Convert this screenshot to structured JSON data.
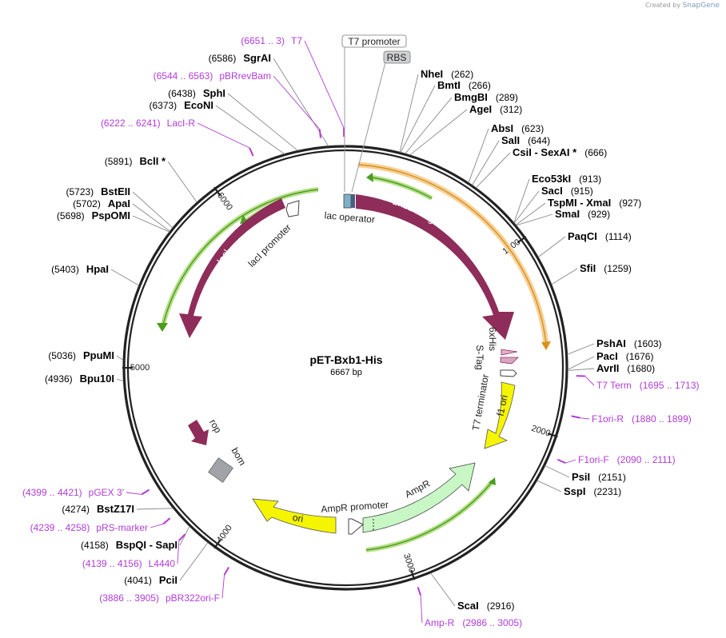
{
  "credit": {
    "prefix": "Created by",
    "brand": "SnapGene"
  },
  "plasmid": {
    "name": "pET-Bxb1-His",
    "size_label": "6667 bp",
    "length": 6667
  },
  "ticks": [
    {
      "label": "1000",
      "pos": 1000
    },
    {
      "label": "2000",
      "pos": 2000
    },
    {
      "label": "3000",
      "pos": 3000
    },
    {
      "label": "4000",
      "pos": 4000
    },
    {
      "label": "5000",
      "pos": 5000
    },
    {
      "label": "6000",
      "pos": 6000
    }
  ],
  "colors": {
    "maroon": "#8e2c5a",
    "green": "#5cb82e",
    "orange": "#f0a040",
    "yellow": "#f5f500",
    "grey": "#a0a4a8",
    "ampr": "#c8f7c5",
    "primer": "#b03cd6"
  },
  "top_labels": [
    {
      "id": "t7-promoter",
      "text": "T7 promoter"
    },
    {
      "id": "rbs",
      "text": "RBS"
    }
  ],
  "sites": [
    {
      "id": "nhei",
      "name": "NheI",
      "pos_text": "(262)",
      "pos": 262
    },
    {
      "id": "bmti",
      "name": "BmtI",
      "pos_text": "(266)",
      "pos": 266
    },
    {
      "id": "bmgbi",
      "name": "BmgBI",
      "pos_text": "(289)",
      "pos": 289
    },
    {
      "id": "agei",
      "name": "AgeI",
      "pos_text": "(312)",
      "pos": 312
    },
    {
      "id": "absi",
      "name": "AbsI",
      "pos_text": "(623)",
      "pos": 623
    },
    {
      "id": "sali",
      "name": "SalI",
      "pos_text": "(644)",
      "pos": 644
    },
    {
      "id": "csii",
      "name": "CsiI  - SexAI *",
      "pos_text": "(666)",
      "pos": 666
    },
    {
      "id": "eco53ki",
      "name": "Eco53kI",
      "pos_text": "(913)",
      "pos": 913
    },
    {
      "id": "saci",
      "name": "SacI",
      "pos_text": "(915)",
      "pos": 915
    },
    {
      "id": "tspmi",
      "name": "TspMI  - XmaI",
      "pos_text": "(927)",
      "pos": 927
    },
    {
      "id": "smai",
      "name": "SmaI",
      "pos_text": "(929)",
      "pos": 929
    },
    {
      "id": "paqci",
      "name": "PaqCI",
      "pos_text": "(1114)",
      "pos": 1114
    },
    {
      "id": "sfii",
      "name": "SfiI",
      "pos_text": "(1259)",
      "pos": 1259
    },
    {
      "id": "pshai",
      "name": "PshAI",
      "pos_text": "(1603)",
      "pos": 1603
    },
    {
      "id": "paci",
      "name": "PacI",
      "pos_text": "(1676)",
      "pos": 1676
    },
    {
      "id": "avrii",
      "name": "AvrII",
      "pos_text": "(1680)",
      "pos": 1680
    },
    {
      "id": "psii",
      "name": "PsiI",
      "pos_text": "(2151)",
      "pos": 2151
    },
    {
      "id": "sspi",
      "name": "SspI",
      "pos_text": "(2231)",
      "pos": 2231
    },
    {
      "id": "scai",
      "name": "ScaI",
      "pos_text": "(2916)",
      "pos": 2916
    },
    {
      "id": "pcii",
      "name": "PciI",
      "pos_text": "(4041)",
      "pos": 4041
    },
    {
      "id": "bspqi",
      "name": "BspQI  - SapI",
      "pos_text": "(4158)",
      "pos": 4158
    },
    {
      "id": "bstz17i",
      "name": "BstZ17I",
      "pos_text": "(4274)",
      "pos": 4274
    },
    {
      "id": "bpu10i",
      "name": "Bpu10I",
      "pos_text": "(4936)",
      "pos": 4936
    },
    {
      "id": "ppumi",
      "name": "PpuMI",
      "pos_text": "(5036)",
      "pos": 5036
    },
    {
      "id": "hpai",
      "name": "HpaI",
      "pos_text": "(5403)",
      "pos": 5403
    },
    {
      "id": "pspomi",
      "name": "PspOMI",
      "pos_text": "(5698)",
      "pos": 5698
    },
    {
      "id": "apai",
      "name": "ApaI",
      "pos_text": "(5702)",
      "pos": 5702
    },
    {
      "id": "bsteii",
      "name": "BstEII",
      "pos_text": "(5723)",
      "pos": 5723
    },
    {
      "id": "bcli",
      "name": "BclI *",
      "pos_text": "(5891)",
      "pos": 5891
    },
    {
      "id": "econi",
      "name": "EcoNI",
      "pos_text": "(6373)",
      "pos": 6373
    },
    {
      "id": "sphi",
      "name": "SphI",
      "pos_text": "(6438)",
      "pos": 6438
    },
    {
      "id": "sgrai",
      "name": "SgrAI",
      "pos_text": "(6586)",
      "pos": 6586
    }
  ],
  "primers": [
    {
      "id": "t7",
      "name": "T7",
      "range": "(6651 .. 3)",
      "pos": 6660
    },
    {
      "id": "pbrrevbam",
      "name": "pBRrevBam",
      "range": "(6544 .. 6563)",
      "pos": 6553
    },
    {
      "id": "laci-r",
      "name": "LacI-R",
      "range": "(6222 .. 6241)",
      "pos": 6231
    },
    {
      "id": "t7-term",
      "name": "T7 Term",
      "range": "(1695 .. 1713)",
      "pos": 1704
    },
    {
      "id": "f1ori-r",
      "name": "F1ori-R",
      "range": "(1880 .. 1899)",
      "pos": 1890
    },
    {
      "id": "f1ori-f",
      "name": "F1ori-F",
      "range": "(2090 .. 2111)",
      "pos": 2100
    },
    {
      "id": "amp-r",
      "name": "Amp-R",
      "range": "(2986 .. 3005)",
      "pos": 2995
    },
    {
      "id": "pbr322ori-f",
      "name": "pBR322ori-F",
      "range": "(3886 .. 3905)",
      "pos": 3895
    },
    {
      "id": "l4440",
      "name": "L4440",
      "range": "(4139 .. 4156)",
      "pos": 4147
    },
    {
      "id": "prs-marker",
      "name": "pRS-marker",
      "range": "(4239 .. 4258)",
      "pos": 4248
    },
    {
      "id": "pgex3",
      "name": "pGEX 3'",
      "range": "(4399 .. 4421)",
      "pos": 4410
    }
  ],
  "features": [
    {
      "id": "bxb1",
      "label": "Bxb1 integrase"
    },
    {
      "id": "laci",
      "label": "lacI"
    },
    {
      "id": "laci-promoter",
      "label": "lacI promoter"
    },
    {
      "id": "lac-operator",
      "label": "lac operator"
    },
    {
      "id": "his",
      "label": "6xHis"
    },
    {
      "id": "stag",
      "label": "S-Tag"
    },
    {
      "id": "t7-terminator",
      "label": "T7 terminator"
    },
    {
      "id": "f1ori",
      "label": "f1 ori"
    },
    {
      "id": "ampr",
      "label": "AmpR"
    },
    {
      "id": "ampr-promoter",
      "label": "AmpR promoter"
    },
    {
      "id": "ori",
      "label": "ori"
    },
    {
      "id": "rop",
      "label": "rop"
    },
    {
      "id": "bom",
      "label": "bom"
    }
  ]
}
